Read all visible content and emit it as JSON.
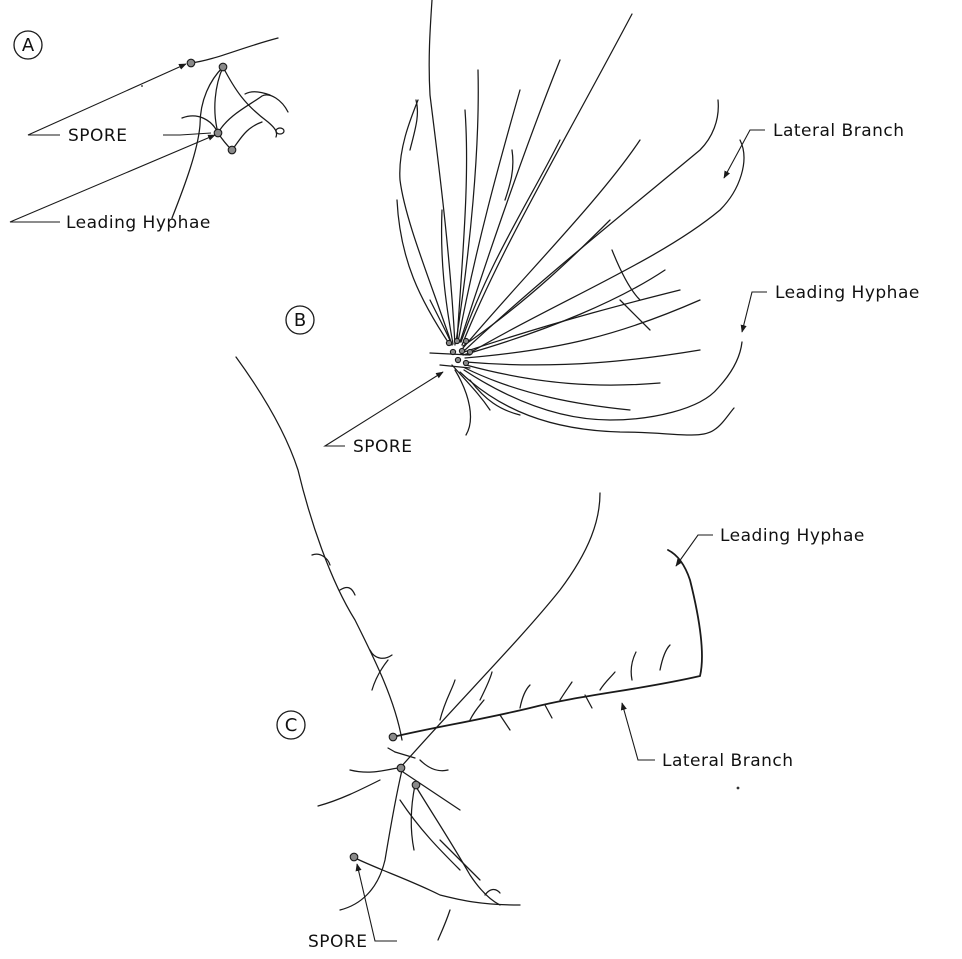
{
  "panels": {
    "a": {
      "id": "A",
      "spore": "SPORE",
      "leading": "Leading Hyphae"
    },
    "b": {
      "id": "B",
      "lateral": "Lateral Branch",
      "leading": "Leading Hyphae",
      "spore": "SPORE"
    },
    "c": {
      "id": "C",
      "leading": "Leading Hyphae",
      "lateral": "Lateral Branch",
      "spore": "SPORE"
    }
  }
}
